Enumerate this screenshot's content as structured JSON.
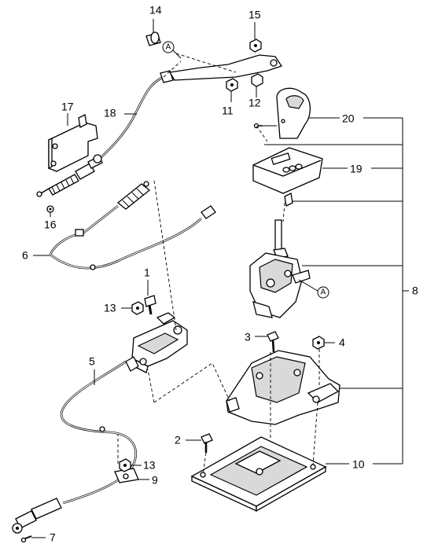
{
  "callouts": {
    "c1": "1",
    "c2": "2",
    "c3": "3",
    "c4": "4",
    "c5": "5",
    "c6": "6",
    "c7": "7",
    "c8": "8",
    "c9": "9",
    "c10": "10",
    "c11": "11",
    "c12": "12",
    "c13a": "13",
    "c13b": "13",
    "c14": "14",
    "c15": "15",
    "c16": "16",
    "c17": "17",
    "c18": "18",
    "c19": "19",
    "c20": "20"
  },
  "reference_marks": {
    "a_top": "A",
    "a_lever": "A"
  }
}
